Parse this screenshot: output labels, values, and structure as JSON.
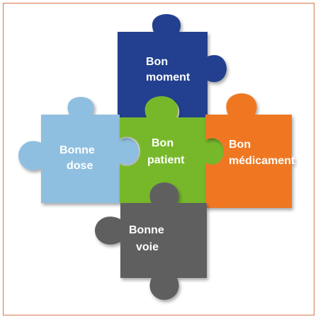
{
  "pieces": {
    "top": {
      "line1": "Bon",
      "line2": "moment",
      "color": "#21418f"
    },
    "left": {
      "line1": "Bonne",
      "line2": "dose",
      "color": "#8fbfe0"
    },
    "center": {
      "line1": "Bon",
      "line2": "patient",
      "color": "#77b82a"
    },
    "right": {
      "line1": "Bon",
      "line2": "médicament",
      "color": "#ef7721"
    },
    "bottom": {
      "line1": "Bonne",
      "line2": "voie",
      "color": "#5f5f5f"
    }
  }
}
